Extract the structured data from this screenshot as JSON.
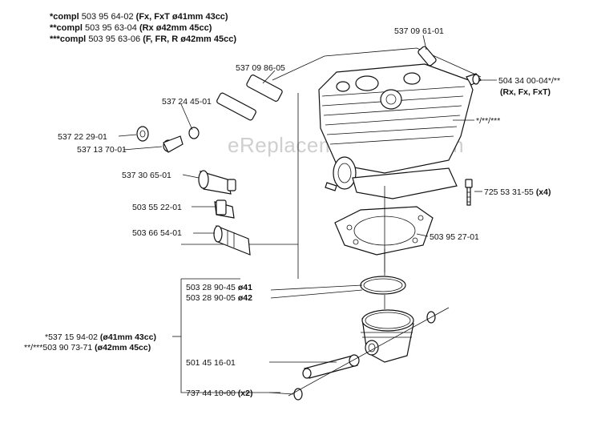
{
  "header": {
    "line1_prefix": "*compl",
    "line1_num": "503 95 64-02",
    "line1_note": "(Fx, FxT ø41mm 43cc)",
    "line2_prefix": "**compl",
    "line2_num": "503 95 63-04",
    "line2_note": "(Rx ø42mm 45cc)",
    "line3_prefix": "***compl",
    "line3_num": "503 95 63-06",
    "line3_note": "(F, FR, R ø42mm 45cc)"
  },
  "watermark": "eReplacementParts.com",
  "labels": {
    "p537096101": "537 09 61-01",
    "p537098605": "537 09 86-05",
    "p537244501": "537 24 45-01",
    "p537222901": "537 22 29-01",
    "p537137001": "537 13 70-01",
    "p537306501": "537 30 65-01",
    "p503552201": "503 55 22-01",
    "p503665401": "503 66 54-01",
    "p504_num": "504 34 00-04*/**",
    "p504_note": "(Rx, Fx, FxT)",
    "cyl": "*/**/***",
    "p725_num": "725 53 31-55",
    "p725_qty": "(x4)",
    "p503952701": "503 95 27-01",
    "ring1_num": "503 28 90-45",
    "ring1_size": "ø41",
    "ring2_num": "503 28 90-05",
    "ring2_size": "ø42",
    "piston1_num": "*537 15 94-02",
    "piston1_note": "(ø41mm 43cc)",
    "piston2_num": "**/***503 90 73-71",
    "piston2_note": "(ø42mm 45cc)",
    "p501451601": "501 45 16-01",
    "p737_num": "737 44 10-00",
    "p737_qty": "(x2)"
  }
}
